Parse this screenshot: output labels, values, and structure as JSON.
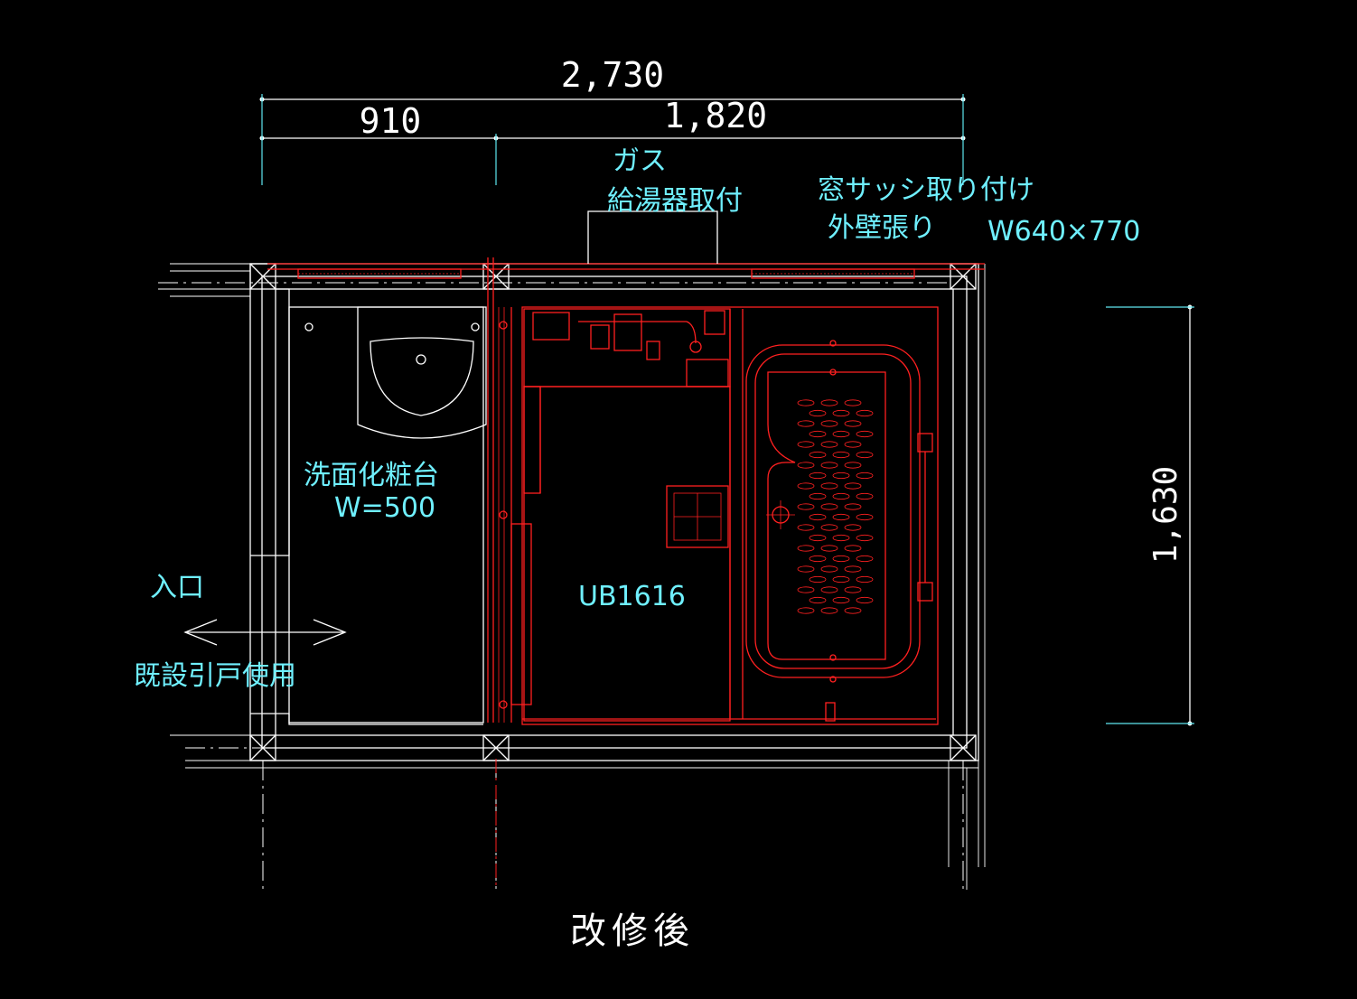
{
  "corner_label": "",
  "dimensions": {
    "total_width": "2,730",
    "left_width": "910",
    "right_width": "1,820",
    "height": "1,630"
  },
  "labels": {
    "gas_line1": "ガス",
    "gas_line2": "給湯器取付",
    "window_line1": "窓サッシ取り付け",
    "window_line2": "外壁張り",
    "window_size": "W640×770",
    "vanity_line1": "洗面化粧台",
    "vanity_line2": "W=500",
    "entrance": "入口",
    "door": "既設引戸使用",
    "unit_bath": "UB1616"
  },
  "title": "改修後",
  "colors": {
    "background": "#000000",
    "wall_lines": "#ffffff",
    "dimension_lines": "#5fe6ef",
    "fixture_lines": "#ff2020",
    "annotation_text": "#6ff0ff"
  }
}
